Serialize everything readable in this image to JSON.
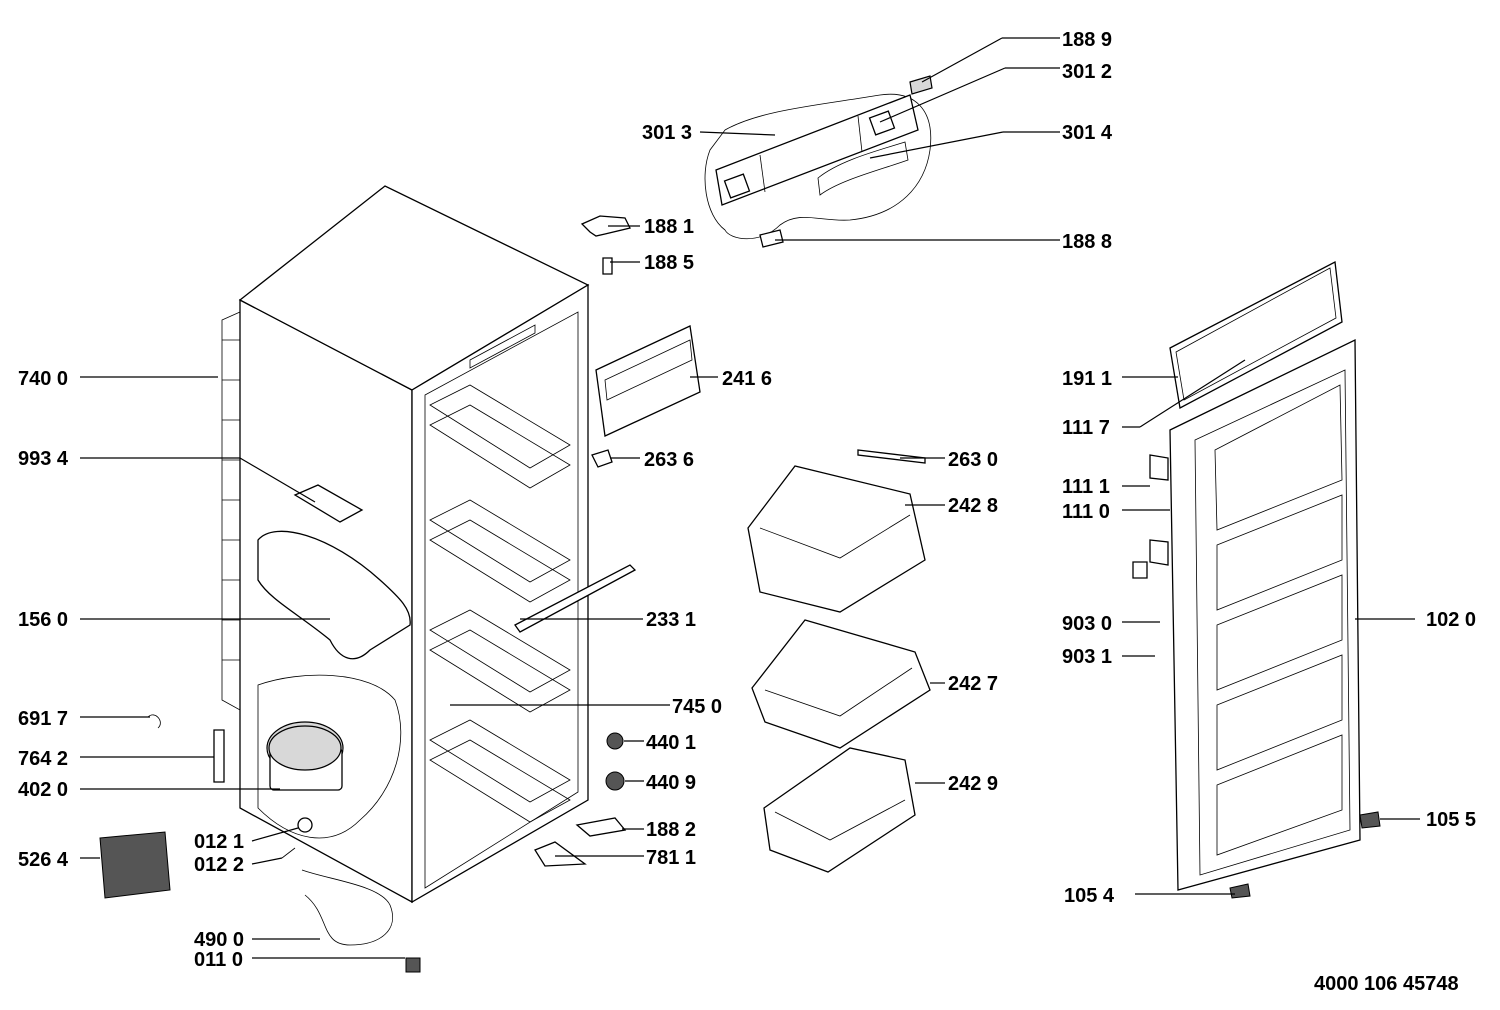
{
  "diagram_code": "4000 106 45748",
  "callouts": [
    {
      "id": "c1889",
      "code": "188 9"
    },
    {
      "id": "c3012",
      "code": "301 2"
    },
    {
      "id": "c3013",
      "code": "301 3"
    },
    {
      "id": "c3014",
      "code": "301 4"
    },
    {
      "id": "c1881",
      "code": "188 1"
    },
    {
      "id": "c1888",
      "code": "188 8"
    },
    {
      "id": "c1885",
      "code": "188 5"
    },
    {
      "id": "c7400",
      "code": "740 0"
    },
    {
      "id": "c2416",
      "code": "241 6"
    },
    {
      "id": "c1911",
      "code": "191 1"
    },
    {
      "id": "c1117",
      "code": "111 7"
    },
    {
      "id": "c9934",
      "code": "993 4"
    },
    {
      "id": "c2636",
      "code": "263 6"
    },
    {
      "id": "c2630",
      "code": "263 0"
    },
    {
      "id": "c1111",
      "code": "111 1"
    },
    {
      "id": "c2428",
      "code": "242 8"
    },
    {
      "id": "c1110",
      "code": "111 0"
    },
    {
      "id": "c1560",
      "code": "156 0"
    },
    {
      "id": "c2331",
      "code": "233 1"
    },
    {
      "id": "c1020",
      "code": "102 0"
    },
    {
      "id": "c9030",
      "code": "903 0"
    },
    {
      "id": "c9031",
      "code": "903 1"
    },
    {
      "id": "c2427",
      "code": "242 7"
    },
    {
      "id": "c6917",
      "code": "691 7"
    },
    {
      "id": "c7450",
      "code": "745 0"
    },
    {
      "id": "c4401",
      "code": "440 1"
    },
    {
      "id": "c7642",
      "code": "764 2"
    },
    {
      "id": "c4020",
      "code": "402 0"
    },
    {
      "id": "c4409",
      "code": "440 9"
    },
    {
      "id": "c2429",
      "code": "242 9"
    },
    {
      "id": "c1055",
      "code": "105 5"
    },
    {
      "id": "c1882",
      "code": "188 2"
    },
    {
      "id": "c0121",
      "code": "012 1"
    },
    {
      "id": "c5264",
      "code": "526 4"
    },
    {
      "id": "c7811",
      "code": "781 1"
    },
    {
      "id": "c0122",
      "code": "012 2"
    },
    {
      "id": "c1054",
      "code": "105 4"
    },
    {
      "id": "c4900",
      "code": "490 0"
    },
    {
      "id": "c0110",
      "code": "011 0"
    }
  ]
}
